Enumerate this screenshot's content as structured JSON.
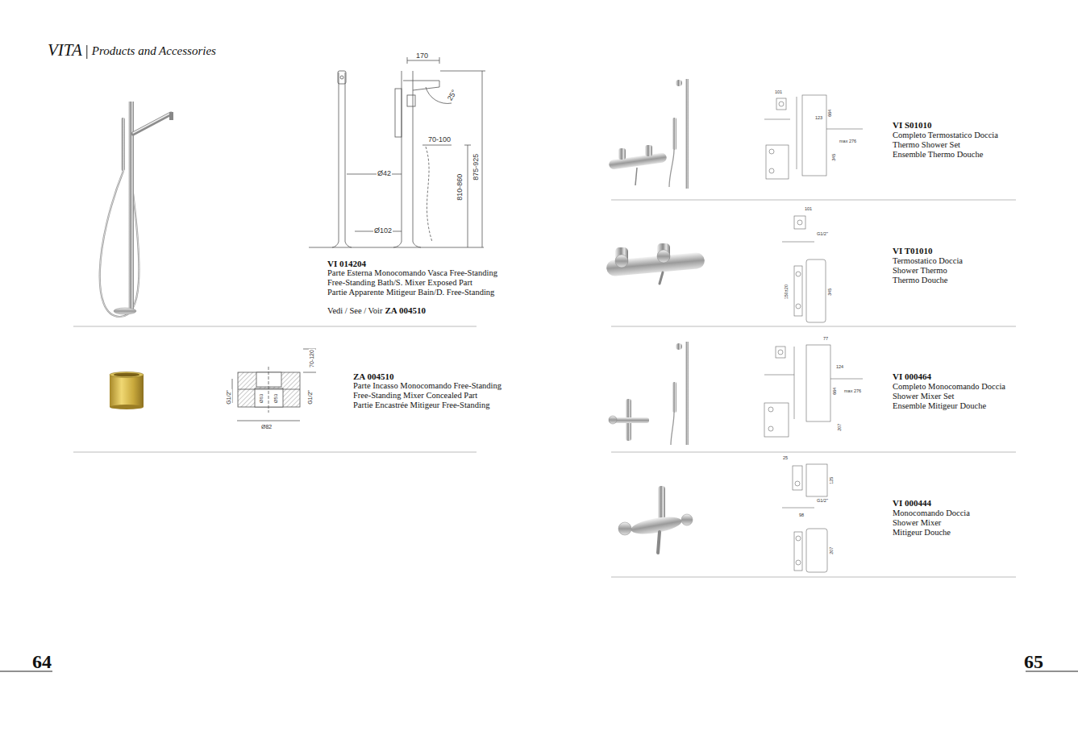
{
  "diagram": {
    "title": "VITA",
    "labels": [
      "Products and Accessories",
      "64",
      "65",
      "VI 014204",
      "Parte Esterna Monocomando Vasca Free-Standing",
      "Free-Standing Bath/S. Mixer Exposed Part",
      "Partie Apparente Mitigeur Bain/D. Free-Standing",
      "Vedi / See / Voir",
      "ZA 004510",
      "ZA 004510",
      "Parte Incasso Monocomando Free-Standing",
      "Free-Standing Mixer Concealed Part",
      "Partie Encastrée Mitigeur Free-Standing",
      "VI S01010",
      "Completo Termostatico Doccia",
      "Thermo Shower Set",
      "Ensemble Thermo Douche",
      "VI T01010",
      "Termostatico Doccia",
      "Shower Thermo",
      "Thermo Douche",
      "VI 000464",
      "Completo Monocomando Doccia",
      "Shower Mixer Set",
      "Ensemble Mitigeur Douche",
      "VI 000444",
      "Monocomando Doccia",
      "Shower Mixer",
      "Mitigeur Douche",
      "170",
      "25°",
      "70-100",
      "Ø42",
      "810-860",
      "875-925",
      "Ø102",
      "70-120",
      "G1/2\"",
      "G1/2\"",
      "Ø82",
      "Ø63",
      "Ø53",
      "101",
      "123",
      "max 276",
      "664",
      "345",
      "101",
      "G1/2\"",
      "150±20",
      "345",
      "77",
      "124",
      "max 276",
      "664",
      "207",
      "25",
      "125",
      "G1/2\"",
      "98",
      "207"
    ]
  }
}
